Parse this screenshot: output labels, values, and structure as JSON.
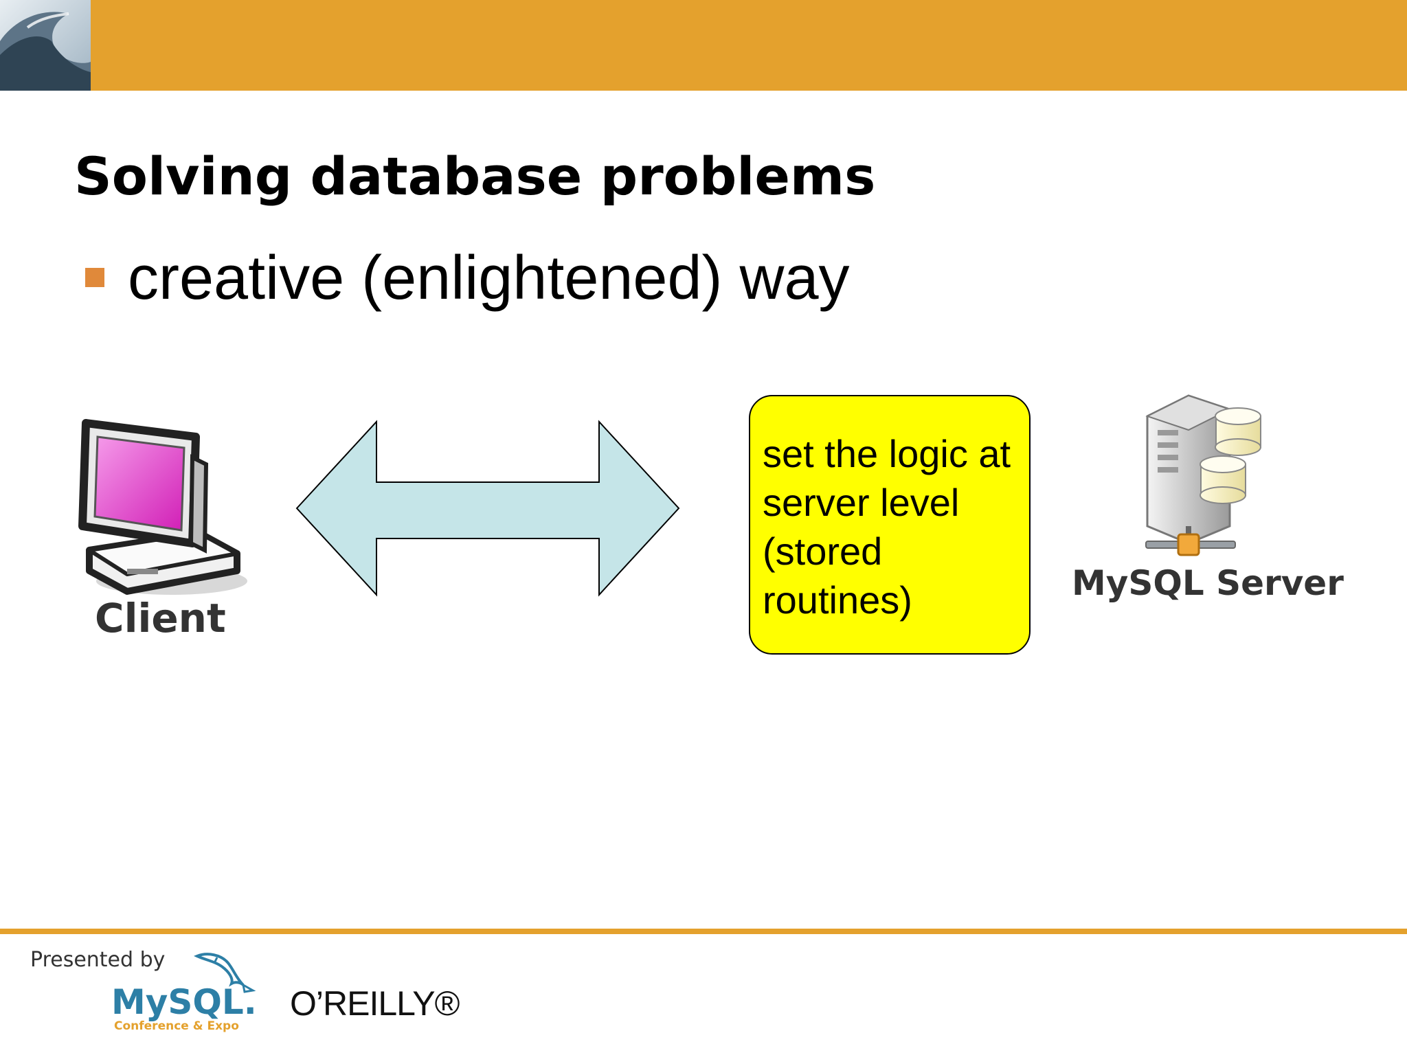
{
  "slide": {
    "title": "Solving database problems",
    "bullet": "creative (enlightened) way"
  },
  "diagram": {
    "client_label": "Client",
    "logic_box_text": "set the logic at server level (stored routines)",
    "server_label": "MySQL Server"
  },
  "footer": {
    "presented_by": "Presented by",
    "mysql_logo": "MySQL.",
    "mysql_conference": "Conference & Expo",
    "oreilly_logo": "O’REILLY®"
  },
  "colors": {
    "header": "#e4a12d",
    "bullet": "#e0893a",
    "arrow_fill": "#c5e5e8",
    "logic_box": "#ffff00",
    "client_screen": "#e83ccf",
    "mysql_blue": "#2d7fa6"
  },
  "icons": {
    "header_image": "wave-image",
    "client": "computer-icon",
    "server": "server-database-icon",
    "arrow": "double-arrow",
    "logo": "dolphin-icon"
  }
}
